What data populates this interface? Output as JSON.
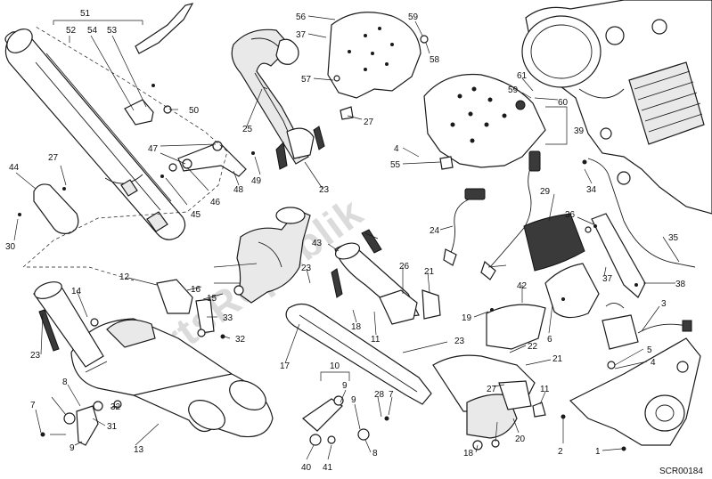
{
  "watermark": "PartsRepublik",
  "diagram_code": "SCR00184",
  "callouts": [
    "51",
    "52",
    "54",
    "53",
    "50",
    "47",
    "48",
    "49",
    "46",
    "45",
    "44",
    "27",
    "30",
    "56",
    "37",
    "57",
    "59",
    "58",
    "27",
    "25",
    "23",
    "61",
    "59",
    "60",
    "4",
    "55",
    "39",
    "34",
    "24",
    "29",
    "36",
    "35",
    "37",
    "38",
    "43",
    "23",
    "12",
    "16",
    "15",
    "14",
    "33",
    "32",
    "23",
    "26",
    "21",
    "18",
    "11",
    "17",
    "19",
    "23",
    "42",
    "3",
    "5",
    "4",
    "22",
    "21",
    "27",
    "6",
    "1",
    "2",
    "20",
    "18",
    "11",
    "10",
    "9",
    "28",
    "7",
    "8",
    "31",
    "32",
    "13",
    "9",
    "40",
    "41",
    "8",
    "9",
    "7"
  ]
}
